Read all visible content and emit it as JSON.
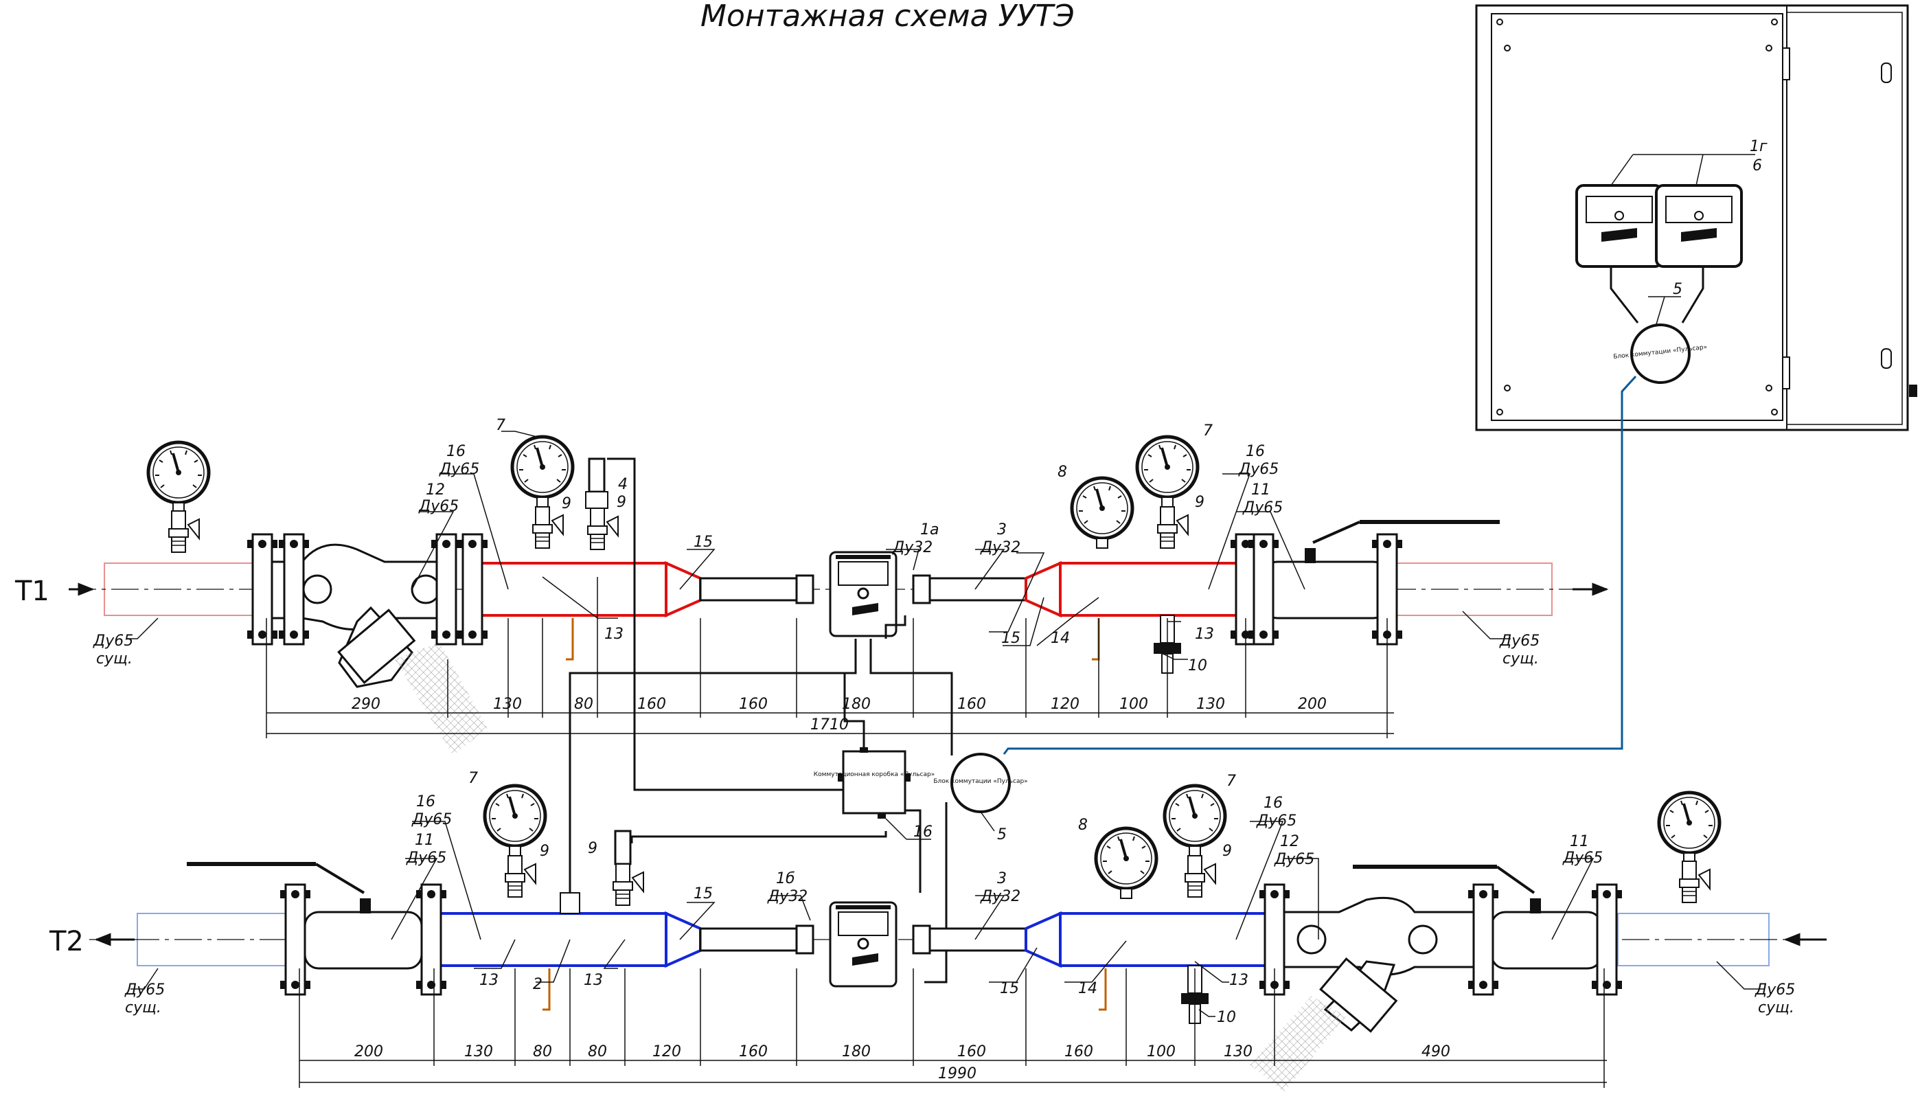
{
  "title": "Монтажная схема УУТЭ",
  "lines": {
    "t1": "Т1",
    "t2": "Т2"
  },
  "pipe_labels": {
    "existing_dn": "Ду65",
    "existing_note": "сущ."
  },
  "colors": {
    "supply": "#e01010",
    "return": "#1428d8",
    "supply_light": "#e89090",
    "return_light": "#8aa8e8",
    "signal": "#0a5a9a",
    "line": "#111111",
    "copper": "#c06000"
  },
  "cabinet": {
    "label_1g": "1г",
    "label_6": "6",
    "label_5": "5",
    "junction_label": "Блок коммутации «Пульсар»"
  },
  "box": {
    "label": "Коммутационная коробка «Пульсар»",
    "num": "16"
  },
  "junction": {
    "label": "Блок коммутации «Пульсар»",
    "num": "5"
  },
  "top": {
    "labels": {
      "n7a": "7",
      "n16a": "16",
      "dn65a": "Ду65",
      "n12": "12",
      "dn65b": "Ду65",
      "n9a": "9",
      "n4": "4",
      "n9b": "9",
      "n15a": "15",
      "n13a": "13",
      "n1a": "1а",
      "dn32a": "Ду32",
      "n3": "3",
      "dn32b": "Ду32",
      "n8": "8",
      "n7b": "7",
      "n9c": "9",
      "n16b": "16",
      "dn65c": "Ду65",
      "n11": "11",
      "dn65d": "Ду65",
      "n15b": "15",
      "n14": "14",
      "n13b": "13",
      "n10": "10"
    },
    "dims": [
      "290",
      "130",
      "80",
      "160",
      "160",
      "180",
      "160",
      "120",
      "100",
      "130",
      "200"
    ],
    "total": "1710"
  },
  "bottom": {
    "labels": {
      "n16a": "16",
      "dn65a": "Ду65",
      "n11a": "11",
      "dn65b": "Ду65",
      "n7a": "7",
      "n9a": "9",
      "n9b": "9",
      "n15a": "15",
      "n16n": "1б",
      "dn32a": "Ду32",
      "n3": "3",
      "dn32b": "Ду32",
      "n8": "8",
      "n7b": "7",
      "n16b": "16",
      "dn65c": "Ду65",
      "n9c": "9",
      "n12": "12",
      "dn65d": "Ду65",
      "n11b": "11",
      "dn65e": "Ду65",
      "n13a": "13",
      "n2": "2",
      "n13b": "13",
      "n15b": "15",
      "n14": "14",
      "n13c": "13",
      "n10": "10"
    },
    "dims": [
      "200",
      "130",
      "80",
      "80",
      "120",
      "160",
      "180",
      "160",
      "160",
      "100",
      "130",
      "490"
    ],
    "total": "1990"
  }
}
